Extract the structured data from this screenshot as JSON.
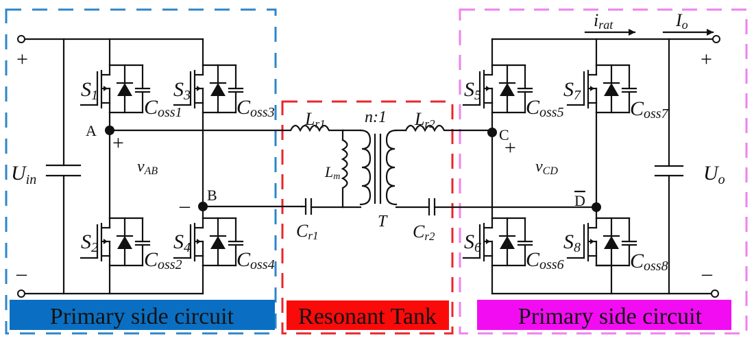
{
  "title": "Dual active bridge / CLLC resonant converter schematic",
  "colors": {
    "primary_box": "#2d86c9",
    "primary_band": "#0a6fc2",
    "tank_box": "#e8262b",
    "tank_band": "#fb0a0a",
    "secondary_box": "#ee82ee",
    "secondary_band": "#f20cf2",
    "wire": "#111111"
  },
  "sections": {
    "primary": {
      "label": "Primary side circuit"
    },
    "tank": {
      "label": "Resonant Tank"
    },
    "secondary": {
      "label": "Primary side circuit"
    }
  },
  "primary": {
    "input_voltage": {
      "main": "U",
      "sub": "in"
    },
    "plus": "+",
    "minus": "–",
    "switches": [
      {
        "main": "S",
        "sub": "1",
        "cap_main": "C",
        "cap_sub": "oss1"
      },
      {
        "main": "S",
        "sub": "3",
        "cap_main": "C",
        "cap_sub": "oss3"
      },
      {
        "main": "S",
        "sub": "2",
        "cap_main": "C",
        "cap_sub": "oss2"
      },
      {
        "main": "S",
        "sub": "4",
        "cap_main": "C",
        "cap_sub": "oss4"
      }
    ],
    "node_a": "A",
    "node_b": "B",
    "v_ab": {
      "main": "v",
      "sub": "AB"
    },
    "v_plus": "+",
    "v_minus": "–"
  },
  "tank": {
    "lr1": {
      "main": "L",
      "sub": "r1"
    },
    "lr2": {
      "main": "L",
      "sub": "r2"
    },
    "lm": {
      "main": "L",
      "sub": "m"
    },
    "cr1": {
      "main": "C",
      "sub": "r1"
    },
    "cr2": {
      "main": "C",
      "sub": "r2"
    },
    "ratio": "n:1",
    "transformer": "T"
  },
  "secondary": {
    "output_voltage": {
      "main": "U",
      "sub": "o"
    },
    "i_rat": {
      "main": "i",
      "sub": "rat"
    },
    "i_o": {
      "main": "I",
      "sub": "o"
    },
    "plus": "+",
    "minus": "–",
    "switches": [
      {
        "main": "S",
        "sub": "5",
        "cap_main": "C",
        "cap_sub": "oss5"
      },
      {
        "main": "S",
        "sub": "7",
        "cap_main": "C",
        "cap_sub": "oss7"
      },
      {
        "main": "S",
        "sub": "6",
        "cap_main": "C",
        "cap_sub": "oss6"
      },
      {
        "main": "S",
        "sub": "8",
        "cap_main": "C",
        "cap_sub": "oss8"
      }
    ],
    "node_c": "C",
    "node_d": "D",
    "v_cd": {
      "main": "v",
      "sub": "CD"
    },
    "v_plus": "+"
  }
}
